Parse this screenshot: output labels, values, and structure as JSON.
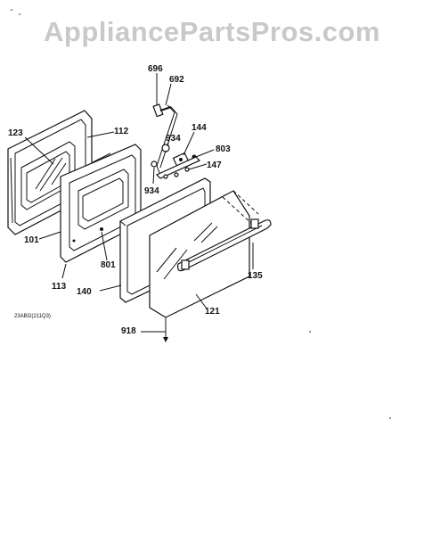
{
  "watermark": "AppliancePartsPros.com",
  "diagram_code": "23ABl2(211Q3)",
  "callouts": {
    "p696": "696",
    "p692": "692",
    "p123": "123",
    "p112": "112",
    "p934a": "934",
    "p144": "144",
    "p803": "803",
    "p147": "147",
    "p934b": "934",
    "p101": "101",
    "p801": "801",
    "p113": "113",
    "p140": "140",
    "p135": "135",
    "p121": "121",
    "p918": "918"
  }
}
